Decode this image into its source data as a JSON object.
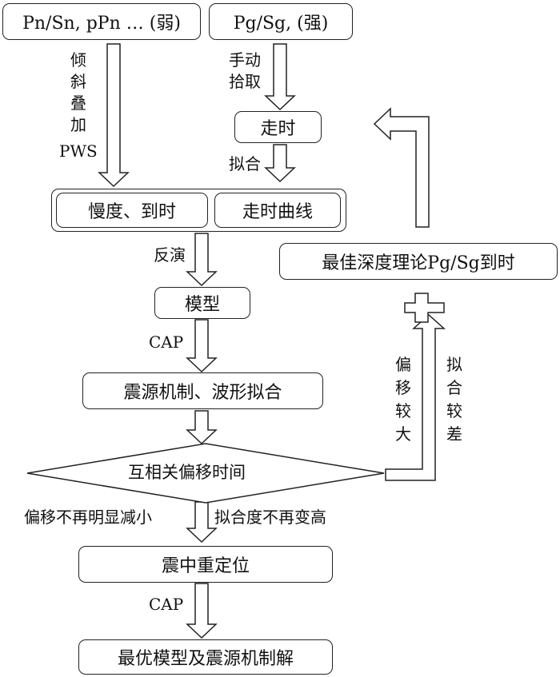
{
  "boxes": {
    "weak": "Pn/Sn, pPn … (弱)",
    "strong": "Pg/Sg, (强)",
    "travel_time": "走时",
    "slowness": "慢度、到时",
    "travel_curve": "走时曲线",
    "model": "模型",
    "mechanism": "震源机制、波形拟合",
    "cross_corr": "互相关偏移时间",
    "relocation": "震中重定位",
    "best_model": "最优模型及震源机制解",
    "best_depth": "最佳深度理论Pg/Sg到时"
  },
  "labels": {
    "stack": "倾\n斜\n叠\n加",
    "pws": "PWS",
    "manual_pick": "手动\n拾取",
    "fit": "拟合",
    "inversion": "反演",
    "cap1": "CAP",
    "offset_no_decrease": "偏移不再明显减小",
    "fit_no_increase": "拟合度不再变高",
    "cap2": "CAP",
    "offset_large": "偏\n移\n较\n大",
    "fit_poor": "拟\n合\n较\n差"
  }
}
